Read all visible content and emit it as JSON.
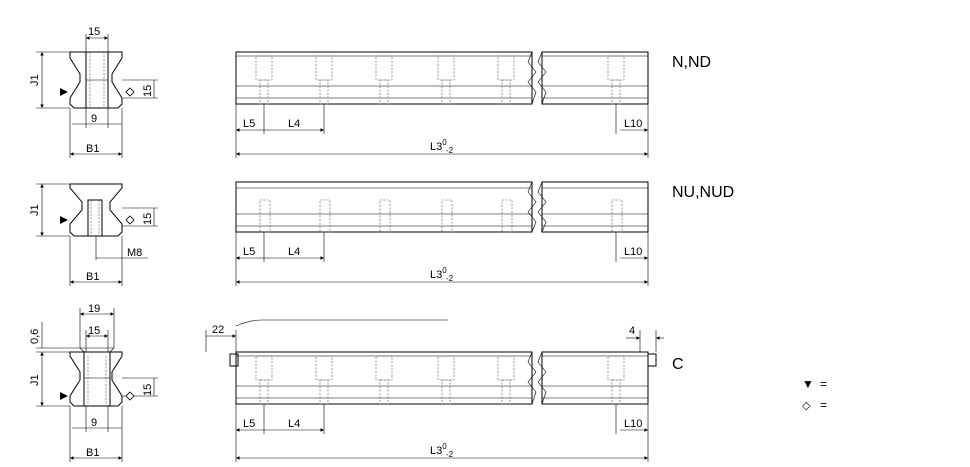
{
  "profile_dims": {
    "top_width": "15",
    "height": "J1",
    "side": "15",
    "hole": "9",
    "base_width": "B1",
    "thread": "M8",
    "outer_width": "19",
    "chamfer": "0,6"
  },
  "rail_dims": {
    "l5": "L5",
    "l4": "L4",
    "l10": "L10",
    "l3_base": "L3",
    "l3_upper": "0",
    "l3_lower": "-2",
    "end_left": "22",
    "end_right": "4"
  },
  "types": [
    "N,ND",
    "NU,NUD",
    "C"
  ],
  "legend": {
    "triangle_symbol": "▼",
    "triangle_text": "=",
    "diamond_symbol": "◇",
    "diamond_text": "="
  }
}
